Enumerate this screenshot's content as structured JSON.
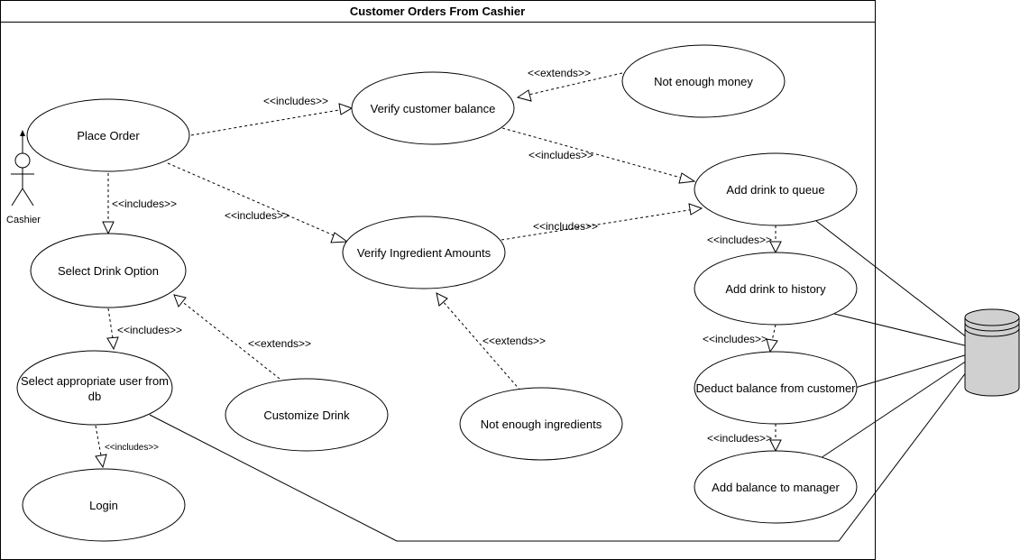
{
  "diagram": {
    "title": "Customer Orders From Cashier",
    "actor": {
      "label": "Cashier"
    },
    "use_cases": {
      "place_order": "Place Order",
      "verify_balance": "Verify customer balance",
      "not_enough_money": "Not enough money",
      "add_to_queue": "Add drink to queue",
      "select_drink": "Select Drink Option",
      "verify_ingredients": "Verify Ingredient Amounts",
      "add_to_history": "Add drink to history",
      "select_user_line1": "Select appropriate user from",
      "select_user_line2": "db",
      "customize_drink": "Customize Drink",
      "deduct_balance": "Deduct balance from customer",
      "not_enough_ingredients": "Not enough ingredients",
      "login": "Login",
      "add_balance_manager": "Add balance to manager"
    },
    "relations": {
      "includes": "<<includes>>",
      "extends": "<<extends>>"
    },
    "database": {
      "shape": "cylinder",
      "fill": "#d0d0d0"
    }
  }
}
